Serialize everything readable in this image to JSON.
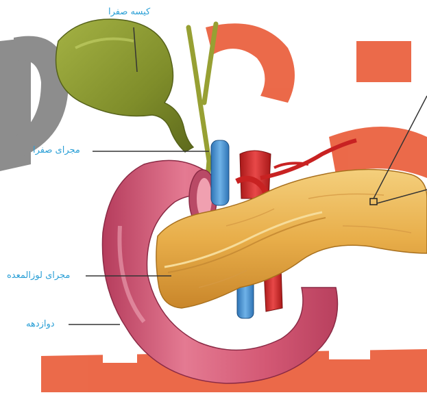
{
  "labels": {
    "gallbladder": "کیسه صفرا",
    "bile_duct": "مجرای صفرا",
    "pancreatic_duct": "مجرای لوزالمعده",
    "duodenum": "دوازدهه"
  },
  "colors": {
    "label_text": "#2a9fd6",
    "leader_line": "#333333",
    "watermark_red": "#e8502a",
    "watermark_gray": "#7a7a7a",
    "duodenum": "#d9607a",
    "pancreas": "#e9b24a",
    "gallbladder": "#8a9a32",
    "artery": "#d42a2a",
    "vein": "#3f8fd0"
  },
  "icons": [
    "watermark-logo"
  ]
}
